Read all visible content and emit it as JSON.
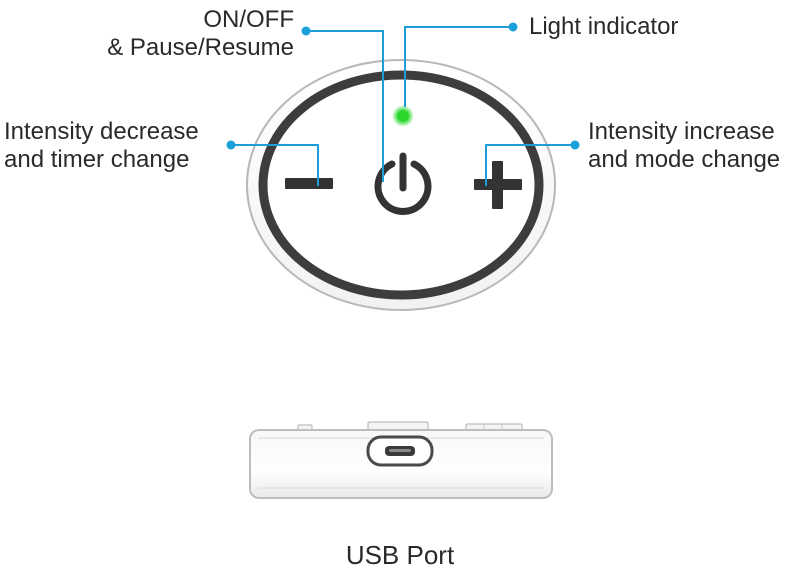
{
  "callouts": {
    "power": {
      "line1": "ON/OFF",
      "line2": "& Pause/Resume"
    },
    "light": {
      "label": "Light indicator"
    },
    "decrease": {
      "line1": "Intensity decrease",
      "line2": "and timer change"
    },
    "increase": {
      "line1": "Intensity increase",
      "line2": "and mode change"
    }
  },
  "usb_port": {
    "label": "USB Port"
  },
  "icons": {
    "minus": "minus-icon",
    "power": "power-icon",
    "plus": "plus-icon",
    "light": "light-indicator-icon",
    "usb": "usb-port-icon"
  },
  "colors": {
    "callout_line": "#1a9fd8",
    "callout_dot": "#1a9fd8",
    "device_ring": "#3d3d3d",
    "device_outline": "#b8b8b8",
    "indicator_green": "#2bd62b",
    "button_symbol": "#333333",
    "text": "#2a2a2a"
  }
}
